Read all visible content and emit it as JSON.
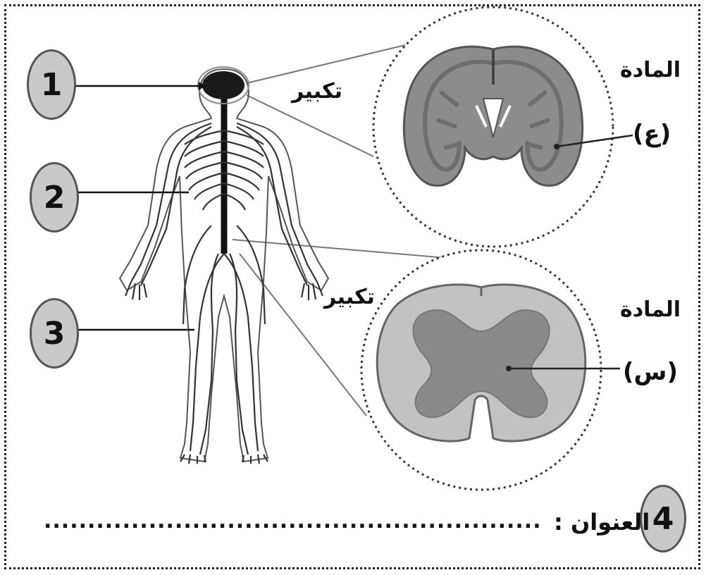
{
  "labels": {
    "num1": "1",
    "num2": "2",
    "num3": "3",
    "num4": "4",
    "magnify_top": "تكبير",
    "magnify_bottom": "تكبير",
    "matter_top": "المادة",
    "matter_bottom": "المادة",
    "letter_top": "(ع)",
    "letter_bottom": "(س)",
    "title_label": "العنوان :",
    "title_blank": "........................................................."
  },
  "colors": {
    "brain_outer": "#8c8c8c",
    "brain_inner": "#6e6e6e",
    "cord_outer": "#c2c2c2",
    "cord_inner": "#8a8a8a",
    "badge_fill": "#c9c9c9"
  }
}
